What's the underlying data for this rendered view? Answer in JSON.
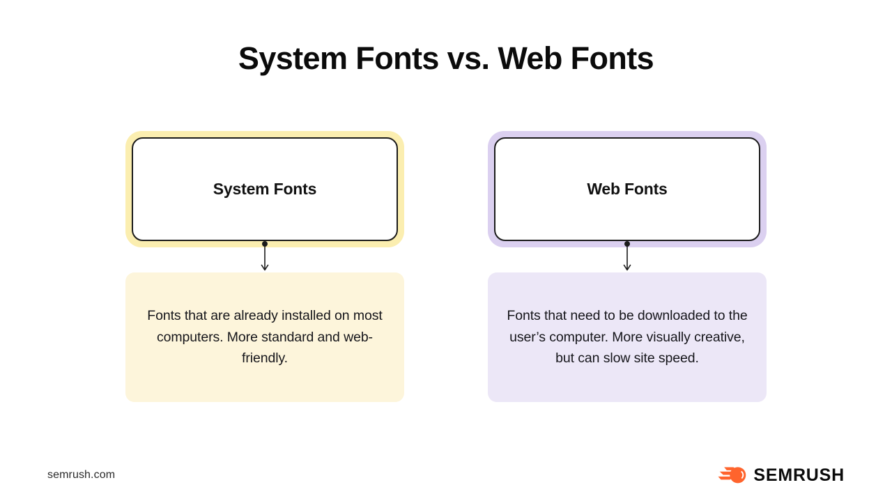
{
  "page": {
    "title": "System Fonts vs. Web Fonts",
    "background_color": "#FFFFFF"
  },
  "columns": [
    {
      "id": "system-fonts",
      "card_label": "System Fonts",
      "description": "Fonts that are already installed on most computers. More standard and web-friendly.",
      "accent_border_color": "#FBEEB0",
      "description_fill_color": "#FDF5DB",
      "card_fill_color": "#FFFFFF",
      "card_outline_color": "#1B1B1B"
    },
    {
      "id": "web-fonts",
      "card_label": "Web Fonts",
      "description": "Fonts that need to be downloaded to the user’s computer. More visually creative, but can slow site speed.",
      "accent_border_color": "#DBD0F0",
      "description_fill_color": "#ECE7F7",
      "card_fill_color": "#FFFFFF",
      "card_outline_color": "#1B1B1B"
    }
  ],
  "connector": {
    "icon": "arrow-down-icon",
    "color": "#1B1B1B"
  },
  "footer": {
    "url": "semrush.com",
    "brand_name": "SEMRUSH",
    "brand_icon": "semrush-comet-icon",
    "brand_color": "#FF642D",
    "brand_text_color": "#0B0B0B"
  }
}
